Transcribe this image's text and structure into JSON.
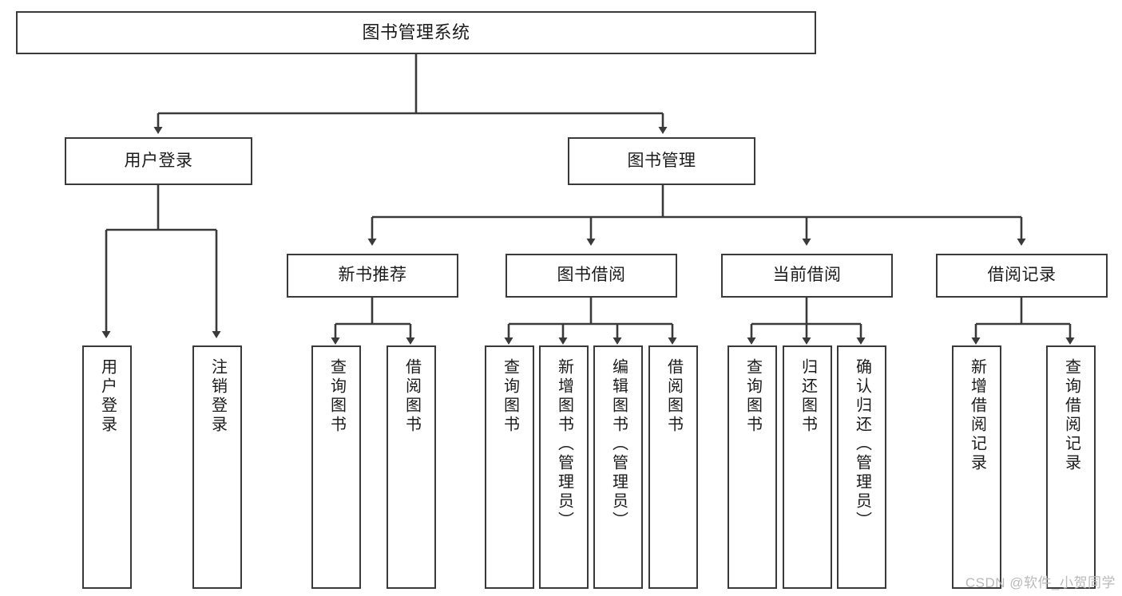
{
  "diagram": {
    "type": "tree",
    "title": "图书管理系统",
    "watermark": "CSDN @软件_小贺同学",
    "colors": {
      "box_border": "#3a3a3a",
      "box_fill": "#ffffff",
      "connector": "#3a3a3a",
      "text": "#1b1b1b",
      "watermark": "#b9b9b9"
    },
    "levels": {
      "root": {
        "label": "图书管理系统"
      },
      "level2": [
        {
          "label": "用户登录"
        },
        {
          "label": "图书管理"
        }
      ],
      "level3": [
        {
          "label": "新书推荐"
        },
        {
          "label": "图书借阅"
        },
        {
          "label": "当前借阅"
        },
        {
          "label": "借阅记录"
        }
      ],
      "leaves": {
        "user_login": [
          {
            "label": "用户登录"
          },
          {
            "label": "注销登录"
          }
        ],
        "new_book_recommend": [
          {
            "label": "查询图书"
          },
          {
            "label": "借阅图书"
          }
        ],
        "book_borrow": [
          {
            "label": "查询图书"
          },
          {
            "label": "新增图书（管理员）"
          },
          {
            "label": "编辑图书（管理员）"
          },
          {
            "label": "借阅图书"
          }
        ],
        "current_borrow": [
          {
            "label": "查询图书"
          },
          {
            "label": "归还图书"
          },
          {
            "label": "确认归还（管理员）"
          }
        ],
        "borrow_record": [
          {
            "label": "新增借阅记录"
          },
          {
            "label": "查询借阅记录"
          }
        ]
      }
    }
  }
}
